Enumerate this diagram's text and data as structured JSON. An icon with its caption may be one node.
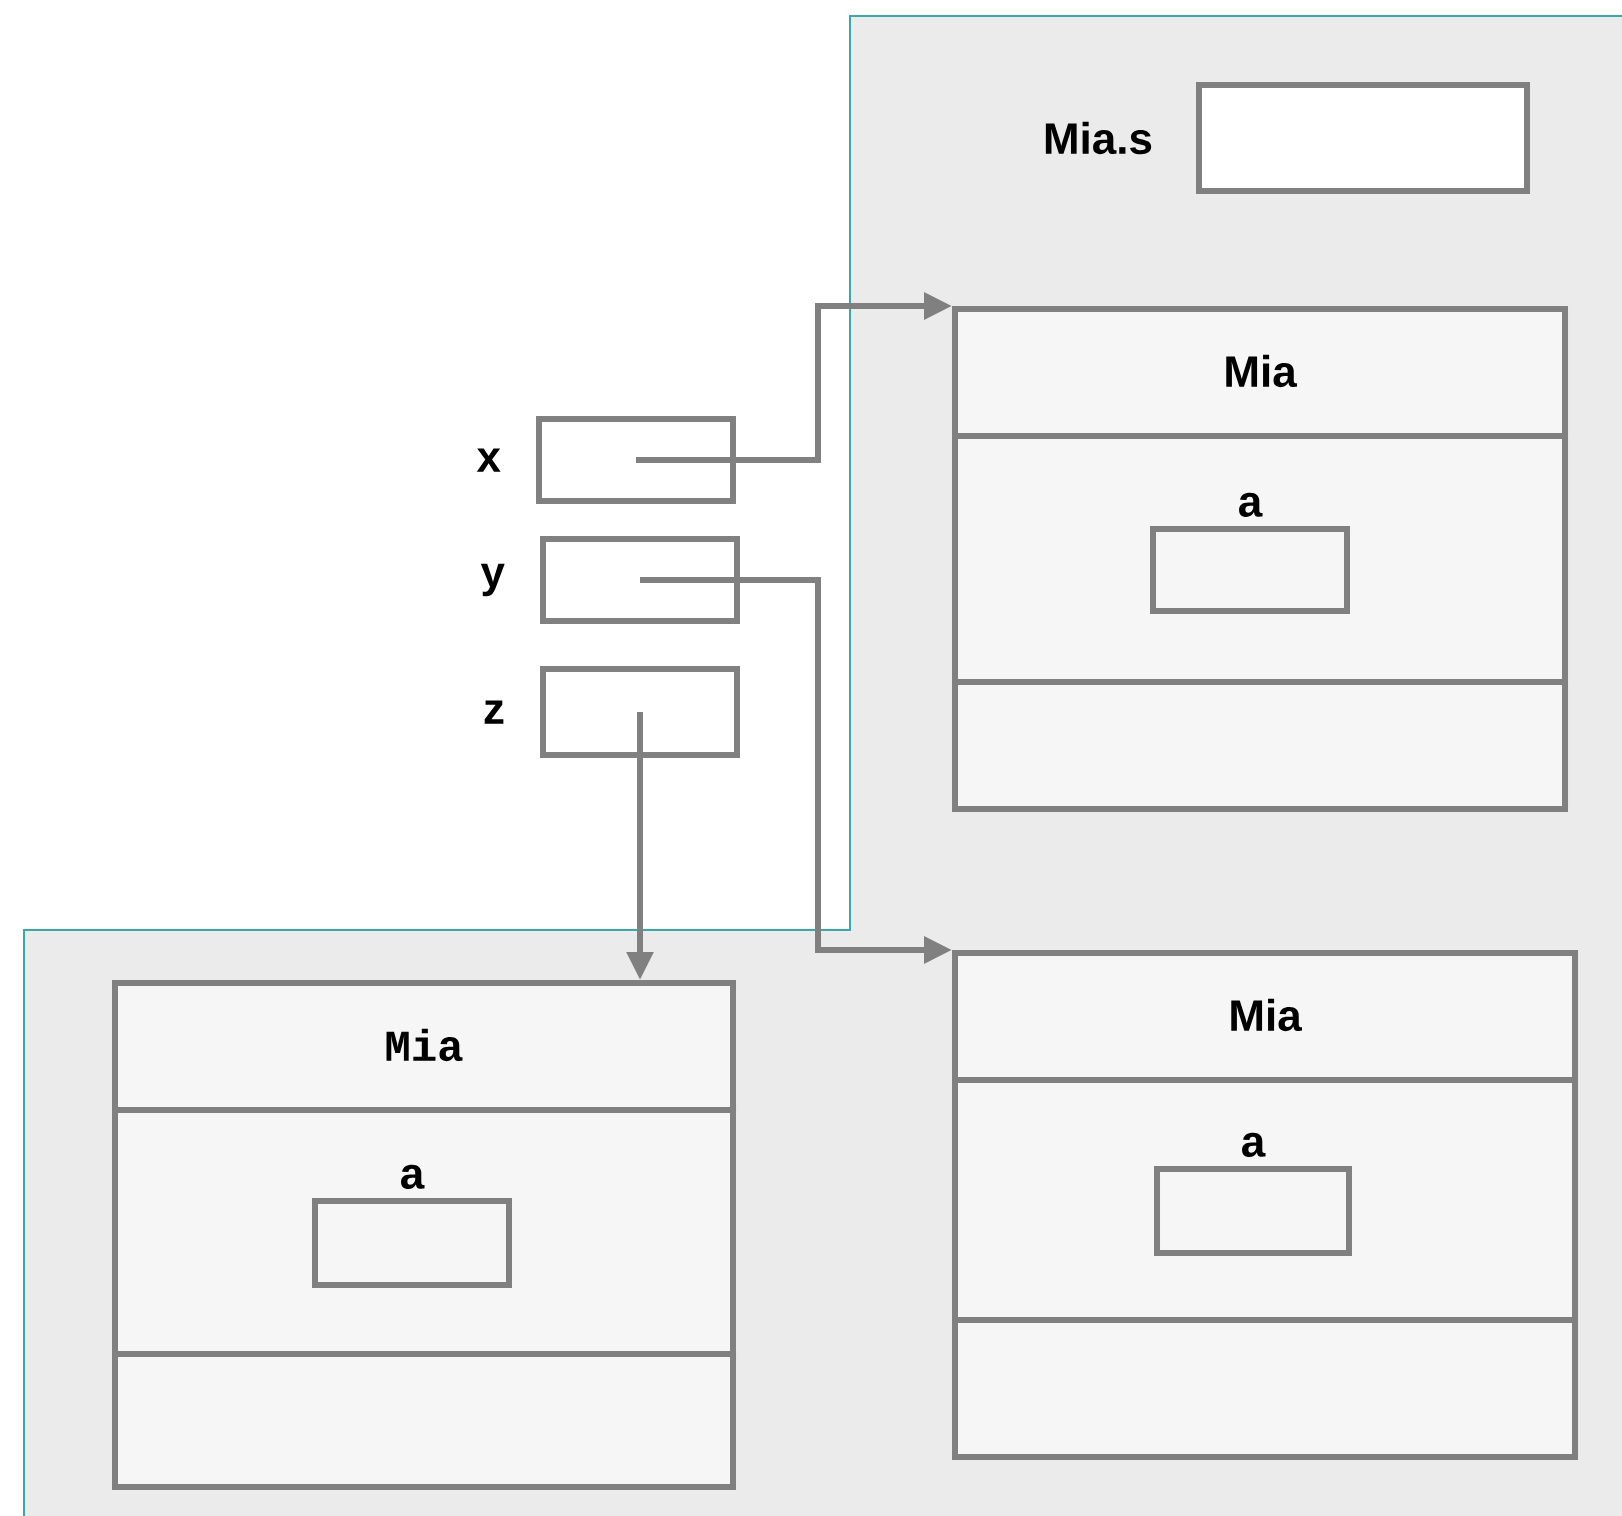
{
  "diagram": {
    "nodes": [
      {
        "text": [
          "x"
        ]
      },
      {
        "text": [
          "y"
        ]
      },
      {
        "text": [
          "z"
        ]
      },
      {
        "text": [
          "Mia.s"
        ]
      },
      {
        "text": [
          "Mia"
        ]
      },
      {
        "text": [
          "a"
        ],
        "in": 4
      },
      {
        "text": [
          "Mia"
        ]
      },
      {
        "text": [
          "a"
        ],
        "in": 6
      },
      {
        "text": [
          "Mia"
        ]
      },
      {
        "text": [
          "a"
        ],
        "in": 8
      }
    ],
    "edges": [
      {
        "from": 0,
        "to": 4,
        "arrow": "to"
      },
      {
        "from": 1,
        "to": 8,
        "arrow": "to"
      },
      {
        "from": 2,
        "to": 6,
        "arrow": "to"
      }
    ]
  }
}
